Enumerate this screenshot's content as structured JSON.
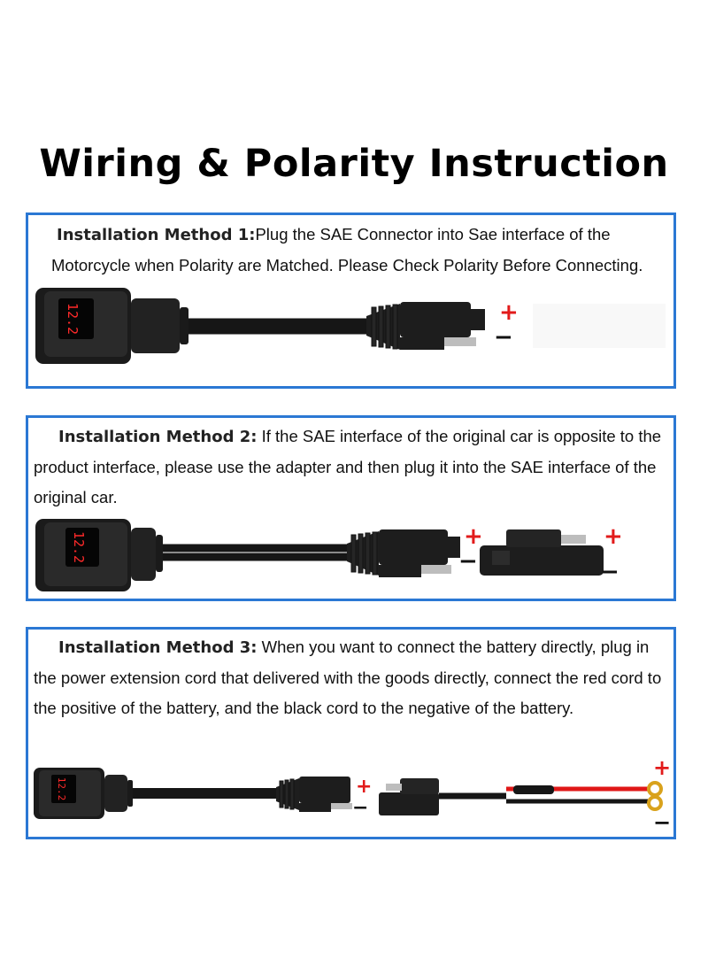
{
  "title": "Wiring & Polarity Instruction",
  "methods": [
    {
      "label": "Installation Method 1:",
      "text": "Plug the SAE Connector into Sae interface of the Motorcycle when Polarity are Matched. Please Check Polarity Before Connecting."
    },
    {
      "label": "Installation Method 2:",
      "text": " If the SAE interface of the original car is opposite to the product interface, please use the adapter and then plug it into the SAE interface of the original car."
    },
    {
      "label": "Installation Method 3:",
      "text": " When you want to connect the battery directly, plug in the power extension cord that delivered with the goods directly, connect the red cord to the positive of the battery, and the black cord to the negative of the battery."
    }
  ],
  "device_display": "12.2",
  "polarity": {
    "positive": "+",
    "negative": "−"
  },
  "colors": {
    "frame": "#2b78d4",
    "positive": "#e21b1b",
    "display": "#ff2a2a",
    "red_wire": "#e01818",
    "terminal": "#d9a21c"
  }
}
